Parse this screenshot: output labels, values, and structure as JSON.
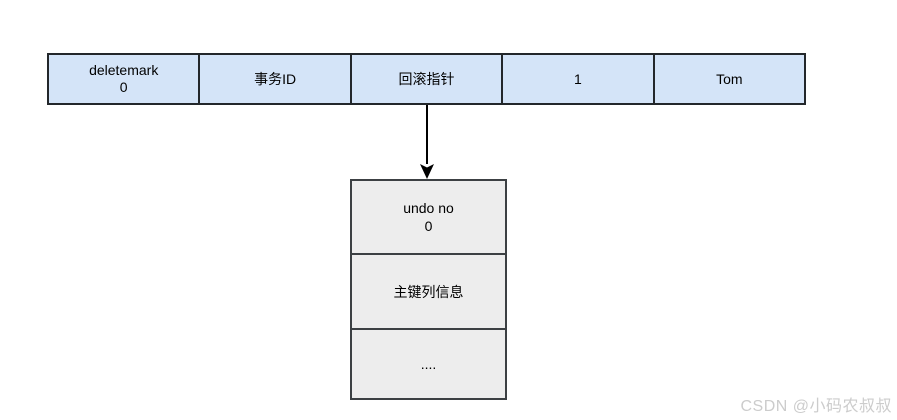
{
  "diagram": {
    "record_row": {
      "cells": [
        {
          "line1": "deletemark",
          "line2": "0"
        },
        {
          "line1": "事务ID"
        },
        {
          "line1": "回滚指针"
        },
        {
          "line1": "1"
        },
        {
          "line1": "Tom"
        }
      ]
    },
    "undo_log": {
      "cells": [
        {
          "line1": "undo no",
          "line2": "0"
        },
        {
          "line1": "主键列信息"
        },
        {
          "line1": "...."
        }
      ]
    },
    "colors": {
      "row_fill": "#d4e4f8",
      "row_border": "#23272b",
      "undo_fill": "#ededed",
      "undo_border": "#3c4043",
      "arrow": "#000000"
    }
  },
  "watermark": {
    "text": "CSDN @小码农叔叔",
    "color": "#cccccc"
  }
}
